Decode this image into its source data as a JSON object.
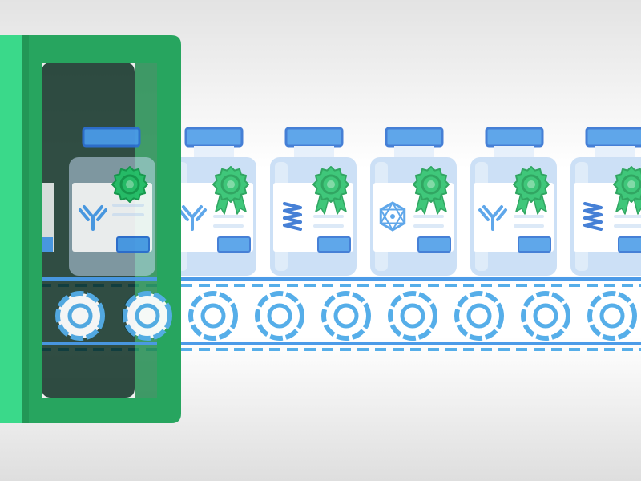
{
  "scene": {
    "colors": {
      "background_top": "#e3e3e3",
      "background_mid": "#ffffff",
      "background_bottom": "#dedede",
      "machine_green": "#27a55f",
      "machine_green_dark": "#1e8a4d",
      "machine_green_light": "#3ad98a",
      "machine_interior": "#03261a",
      "vial_glass": "#c6dcf5",
      "vial_glass_light": "#e4effb",
      "vial_blue": "#4a9be8",
      "vial_blue_dark": "#2d6fd1",
      "label_line": "#d8e6f7",
      "badge_green": "#25c068",
      "badge_green_dark": "#159a4d",
      "belt_blue": "#4c9be8",
      "roller_blue": "#56aee9"
    },
    "vials": [
      {
        "icon": "antibody",
        "certified": true
      },
      {
        "icon": "spring",
        "certified": true
      },
      {
        "icon": "virus",
        "certified": true
      },
      {
        "icon": "antibody",
        "certified": true
      },
      {
        "icon": "spring",
        "certified": true
      },
      {
        "icon": "virus",
        "certified": true
      }
    ],
    "roller_count": 9
  }
}
